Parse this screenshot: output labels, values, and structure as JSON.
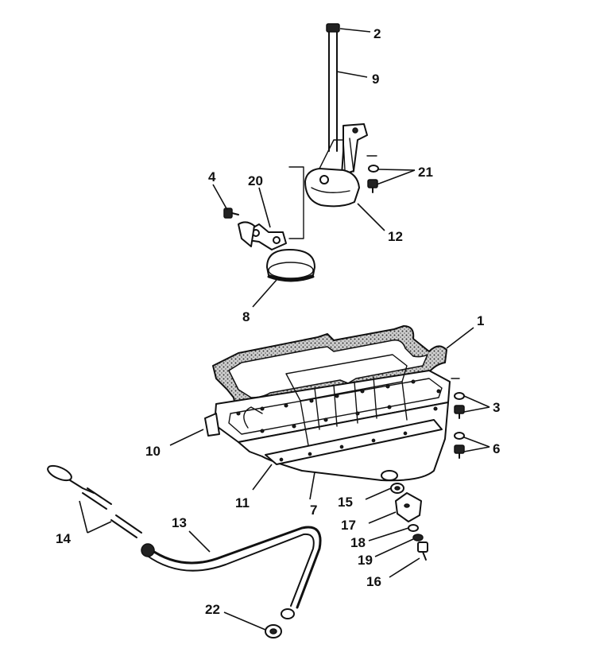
{
  "diagram": {
    "callouts": [
      {
        "id": "c1",
        "label": "1"
      },
      {
        "id": "c2",
        "label": "2"
      },
      {
        "id": "c3",
        "label": "3"
      },
      {
        "id": "c4",
        "label": "4"
      },
      {
        "id": "c6",
        "label": "6"
      },
      {
        "id": "c7",
        "label": "7"
      },
      {
        "id": "c8",
        "label": "8"
      },
      {
        "id": "c9",
        "label": "9"
      },
      {
        "id": "c10",
        "label": "10"
      },
      {
        "id": "c11",
        "label": "11"
      },
      {
        "id": "c12",
        "label": "12"
      },
      {
        "id": "c13",
        "label": "13"
      },
      {
        "id": "c14",
        "label": "14"
      },
      {
        "id": "c15",
        "label": "15"
      },
      {
        "id": "c16",
        "label": "16"
      },
      {
        "id": "c17",
        "label": "17"
      },
      {
        "id": "c18",
        "label": "18"
      },
      {
        "id": "c19",
        "label": "19"
      },
      {
        "id": "c20",
        "label": "20"
      },
      {
        "id": "c21",
        "label": "21"
      },
      {
        "id": "c22",
        "label": "22"
      }
    ]
  }
}
